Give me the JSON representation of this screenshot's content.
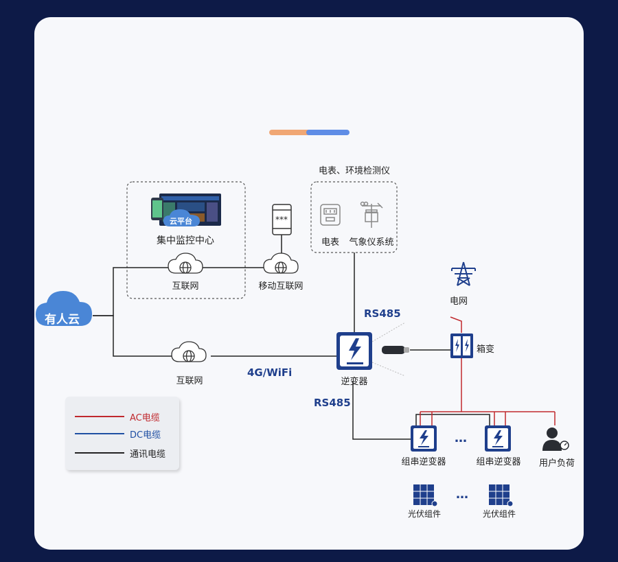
{
  "cloud": {
    "name": "有人云"
  },
  "monitor_center": {
    "badge": "云平台",
    "label": "集中监控中心"
  },
  "internet_top": {
    "label": "互联网"
  },
  "mobile": {
    "screen_text": "***",
    "label": "移动互联网"
  },
  "internet_bottom": {
    "label": "互联网"
  },
  "link": {
    "label": "4G/WiFi"
  },
  "meters": {
    "title": "电表、环境检测仪",
    "meter_label": "电表",
    "weather_label": "气象仪系统"
  },
  "rs485_top": "RS485",
  "rs485_left": "RS485",
  "inverter": {
    "label": "逆变器"
  },
  "grid": {
    "label": "电网"
  },
  "transformer": {
    "label": "箱变"
  },
  "string_inverters": [
    {
      "label": "组串逆变器"
    },
    {
      "label": "组串逆变器"
    }
  ],
  "ellipsis": "…",
  "user_load": {
    "label": "用户负荷"
  },
  "pv_modules": [
    {
      "label": "光伏组件"
    },
    {
      "label": "光伏组件"
    }
  ],
  "legend": {
    "items": [
      {
        "label": "AC电缆",
        "color": "#c0282d"
      },
      {
        "label": "DC电缆",
        "color": "#1f4fa3"
      },
      {
        "label": "通讯电缆",
        "color": "#222222"
      }
    ]
  },
  "colors": {
    "accent_blue": "#1f3f8c",
    "cloud_blue": "#4a86d6",
    "ac_red": "#c0282d",
    "deco_orange": "#f0a774",
    "deco_blue": "#5f8de6"
  }
}
